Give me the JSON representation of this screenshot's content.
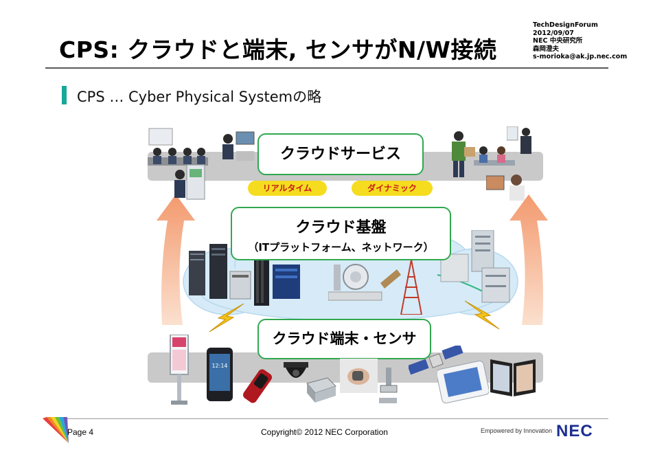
{
  "header": {
    "title": "CPS: クラウドと端末, センサがN/W接続",
    "meta_lines": [
      "TechDesignForum",
      "2012/09/07",
      "NEC 中央研究所",
      "森岡澄夫",
      "s-morioka@ak.jp.nec.com"
    ]
  },
  "subheading": "CPS … Cyber Physical Systemの略",
  "diagram": {
    "cloud_service": "クラウドサービス",
    "tags": [
      "リアルタイム",
      "ダイナミック"
    ],
    "platform_title": "クラウド基盤",
    "platform_subtitle": "（ITプラットフォーム、ネットワーク）",
    "terminals": "クラウド端末・センサ",
    "phone_screen_time": "12:14"
  },
  "footer": {
    "page": "Page 4",
    "copyright": "Copyright© 2012 NEC Corporation",
    "tagline": "Empowered by Innovation",
    "logo": "NEC"
  },
  "colors": {
    "accent_teal": "#17a899",
    "box_border_green": "#2fa84f",
    "tag_yellow": "#f5dc1f",
    "tag_text_red": "#c61a1a",
    "arrow_orange": "#f2a77f",
    "band_gray": "#c9c9c9",
    "cloud_blue": "#d6ebf7",
    "logo_blue": "#1b2d8f"
  }
}
